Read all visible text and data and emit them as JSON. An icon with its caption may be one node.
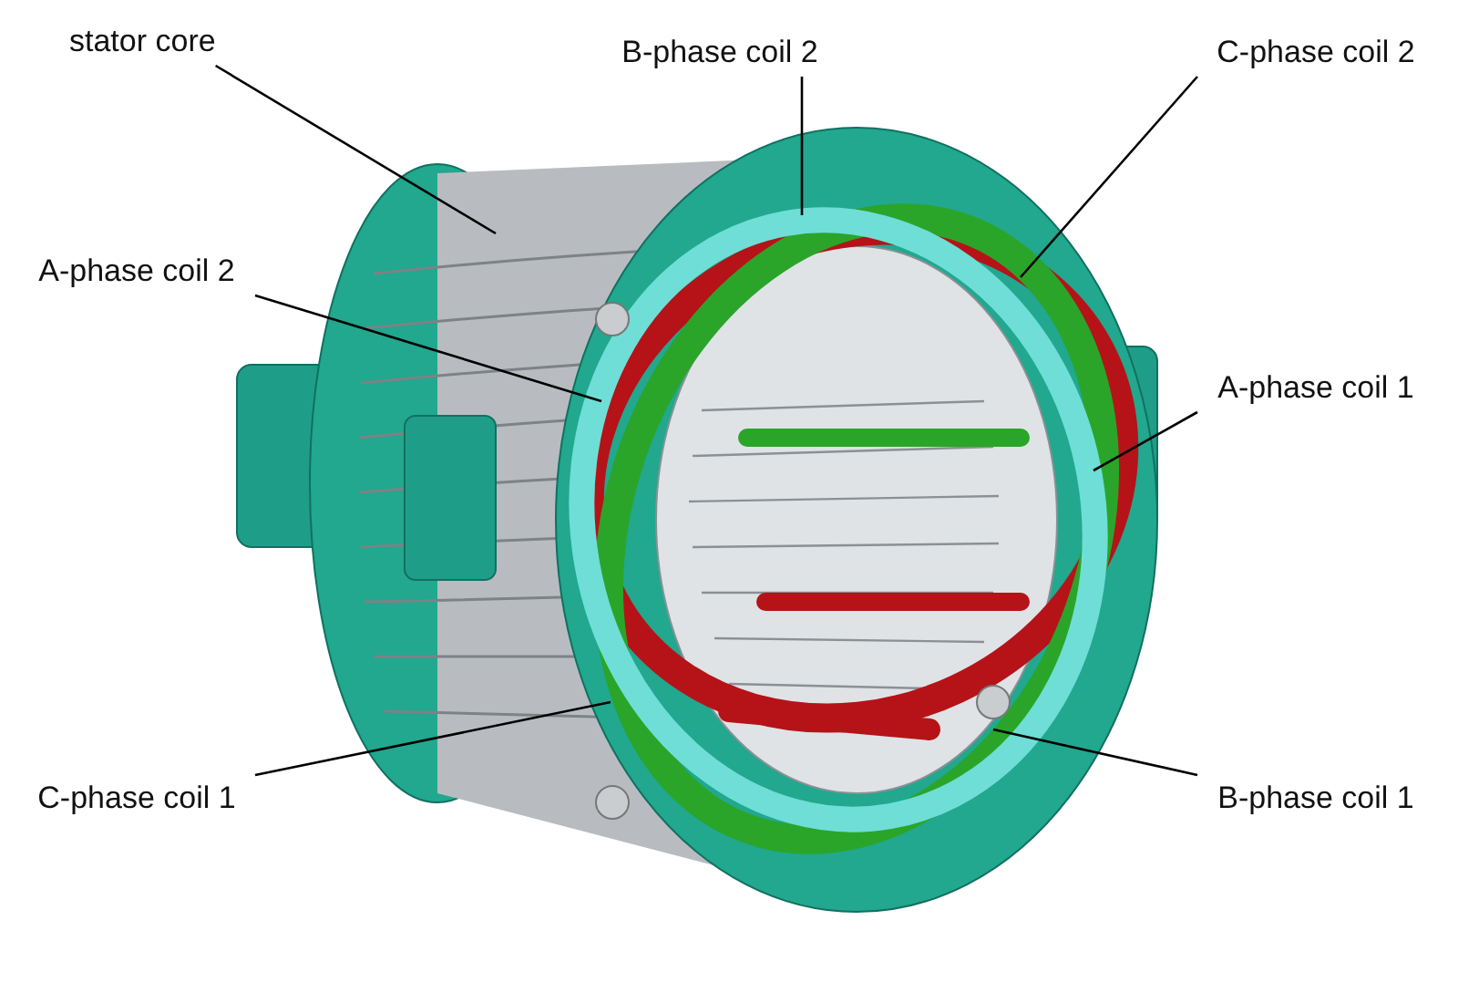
{
  "diagram": {
    "nodes": [
      {
        "text": [
          "stator core"
        ]
      },
      {
        "text": [
          "B-phase coil 2"
        ]
      },
      {
        "text": [
          "C-phase coil 2"
        ]
      },
      {
        "text": [
          "A-phase coil 2"
        ]
      },
      {
        "text": [
          "A-phase coil 1"
        ]
      },
      {
        "text": [
          "C-phase coil 1"
        ]
      },
      {
        "text": [
          "B-phase coil 1"
        ]
      }
    ],
    "edges": [
      {
        "from": 0,
        "to": null,
        "arrow": "none"
      },
      {
        "from": 1,
        "to": null,
        "arrow": "none"
      },
      {
        "from": 2,
        "to": null,
        "arrow": "none"
      },
      {
        "from": 3,
        "to": null,
        "arrow": "none"
      },
      {
        "from": 4,
        "to": null,
        "arrow": "none"
      },
      {
        "from": 5,
        "to": null,
        "arrow": "none"
      },
      {
        "from": 6,
        "to": null,
        "arrow": "none"
      }
    ]
  }
}
